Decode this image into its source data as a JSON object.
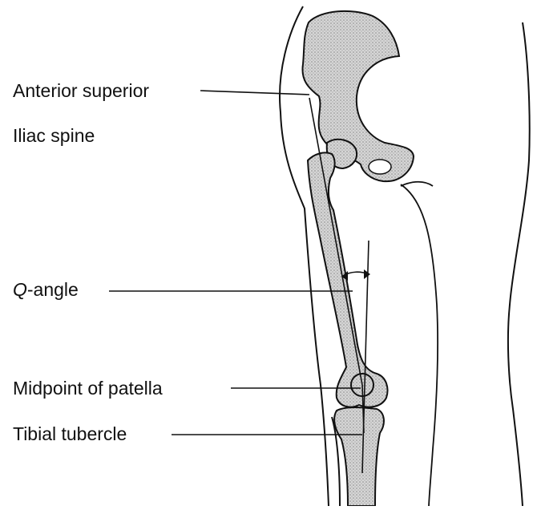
{
  "labels": {
    "asis_line1": "Anterior superior",
    "asis_line2": "Iliac spine",
    "q_angle_prefix": "Q",
    "q_angle_suffix": "-angle",
    "patella": "Midpoint of patella",
    "tibial": "Tibial tubercle"
  },
  "colors": {
    "ink": "#111111",
    "bone_fill": "#c8c8c8",
    "background": "#ffffff"
  }
}
